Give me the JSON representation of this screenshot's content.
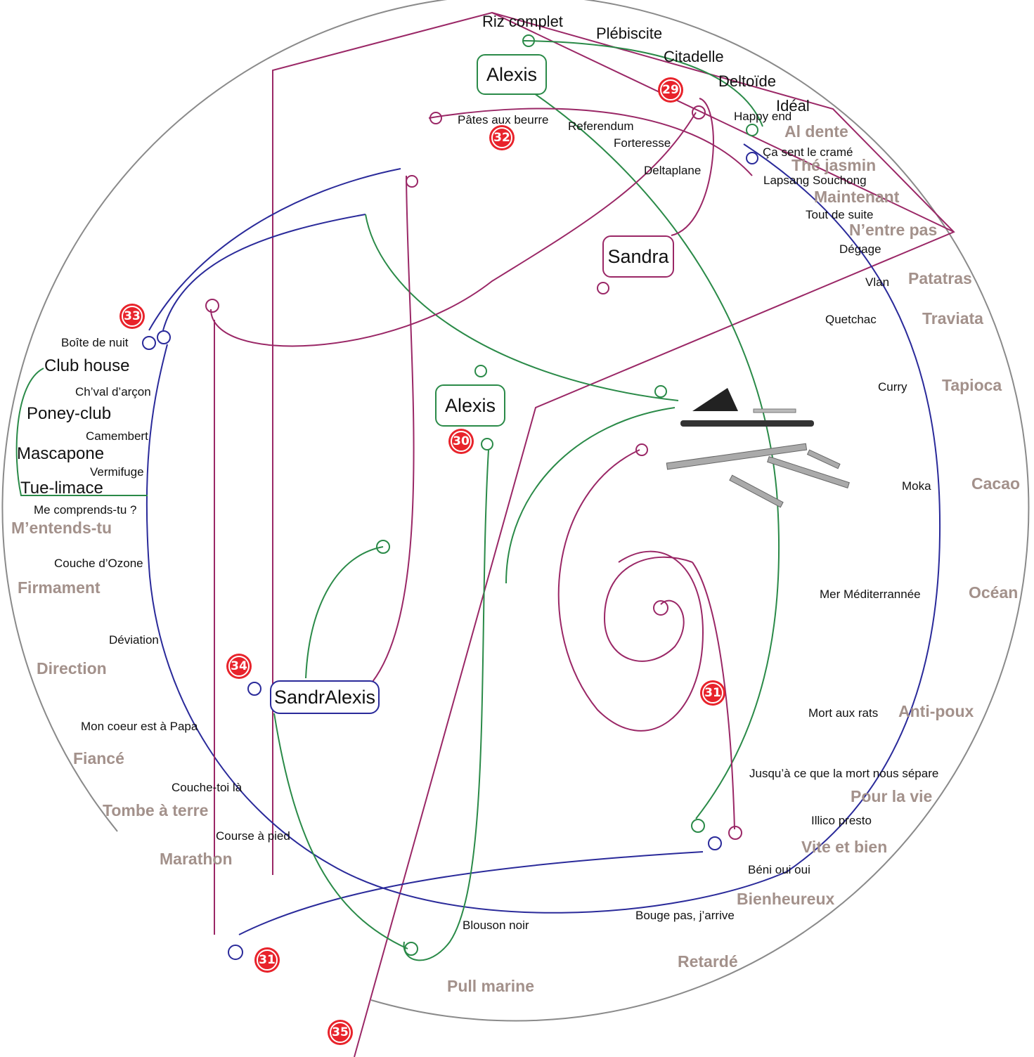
{
  "colors": {
    "purple": "#9a2766",
    "blue": "#2a2a9a",
    "green": "#2a8a48",
    "gray_text": "#a3918b",
    "circle": "#8a8a8a",
    "badge": "#e8232b"
  },
  "names": {
    "alexis_top": "Alexis",
    "alexis_mid": "Alexis",
    "sandra": "Sandra",
    "sandralexis": "SandrAlexis"
  },
  "badges": {
    "b29": "29",
    "b30": "30",
    "b31a": "31",
    "b31b": "31",
    "b32": "32",
    "b33": "33",
    "b34": "34",
    "b35": "35"
  },
  "top_words": [
    "Riz complet",
    "Plébiscite",
    "Citadelle",
    "Deltoïde",
    "Idéal"
  ],
  "purple_words": [
    "Pâtes aux beurre",
    "Referendum",
    "Forteresse",
    "Deltaplane"
  ],
  "right_black": {
    "happy_end": "Happy end",
    "ca_sent": "Ça sent le cramé",
    "lapsang": "Lapsang Souchong",
    "tout_de_suite": "Tout de suite",
    "degage": "Dégage",
    "vlan": "Vlan",
    "quetchac": "Quetchac",
    "curry": "Curry",
    "moka": "Moka",
    "mer": "Mer Méditerrannée",
    "mort_aux_rats": "Mort aux rats",
    "jusqua": "Jusqu’à ce que la mort nous sépare",
    "illico": "Illico presto",
    "beni": "Béni oui oui",
    "bouge": "Bouge pas, j’arrive",
    "blouson": "Blouson noir"
  },
  "right_gray": {
    "al_dente": "Al dente",
    "the_jasmin": "Thé jasmin",
    "maintenant": "Maintenant",
    "nentre_pas": "N’entre pas",
    "patatras": "Patatras",
    "traviata": "Traviata",
    "tapioca": "Tapioca",
    "cacao": "Cacao",
    "ocean": "Océan",
    "anti_poux": "Anti-poux",
    "pour_la_vie": "Pour la vie",
    "vite_et_bien": "Vite et bien",
    "bienheureux": "Bienheureux",
    "retarde": "Retardé",
    "pull_marine": "Pull marine"
  },
  "left_large": [
    "Club house",
    "Poney-club",
    "Mascapone",
    "Tue-limace"
  ],
  "left_small": {
    "boite": "Boîte de nuit",
    "cheval": "Ch’val d’arçon",
    "camembert": "Camembert",
    "vermifuge": "Vermifuge",
    "me_comprends": "Me comprends-tu ?",
    "couche_ozone": "Couche d’Ozone",
    "deviation": "Déviation",
    "mon_coeur": "Mon coeur est à Papa",
    "couche_toi": "Couche-toi là",
    "course": "Course à pied"
  },
  "left_gray": {
    "mentends": "M’entends-tu",
    "firmament": "Firmament",
    "direction": "Direction",
    "fiance": "Fiancé",
    "tombe": "Tombe à terre",
    "marathon": "Marathon"
  }
}
